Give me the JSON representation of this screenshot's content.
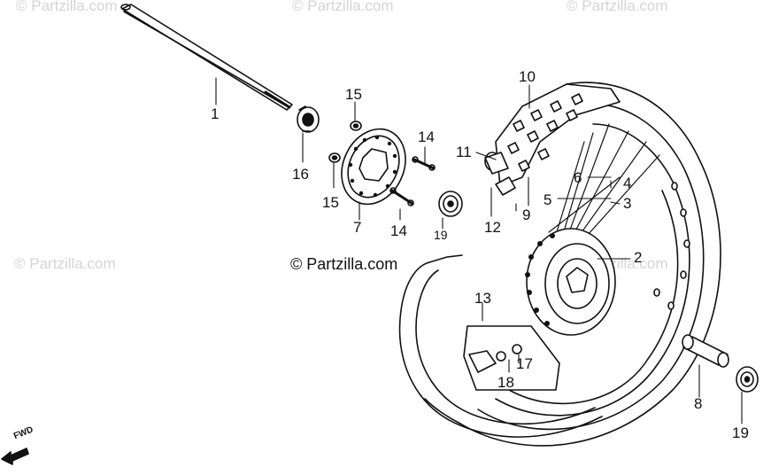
{
  "watermarks": {
    "top_left": "© Partzilla.com",
    "top_center": "© Partzilla.com",
    "top_right": "© Partzilla.com",
    "mid_left": "© Partzilla.com",
    "center": "© Partzilla.com",
    "mid_right": "© Partzilla.com"
  },
  "direction_label": "FWD",
  "callouts": {
    "c1": "1",
    "c2": "2",
    "c3": "3",
    "c4": "4",
    "c5": "5",
    "c6": "6",
    "c7": "7",
    "c8": "8",
    "c9": "9",
    "c10": "10",
    "c11": "11",
    "c12": "12",
    "c13": "13",
    "c14a": "14",
    "c14b": "14",
    "c15a": "15",
    "c15b": "15",
    "c16": "16",
    "c17": "17",
    "c18": "18",
    "c19a": "19",
    "c19b": "19"
  },
  "colors": {
    "ink": "#111111",
    "watermark": "#d4d4d4",
    "background": "#ffffff"
  }
}
